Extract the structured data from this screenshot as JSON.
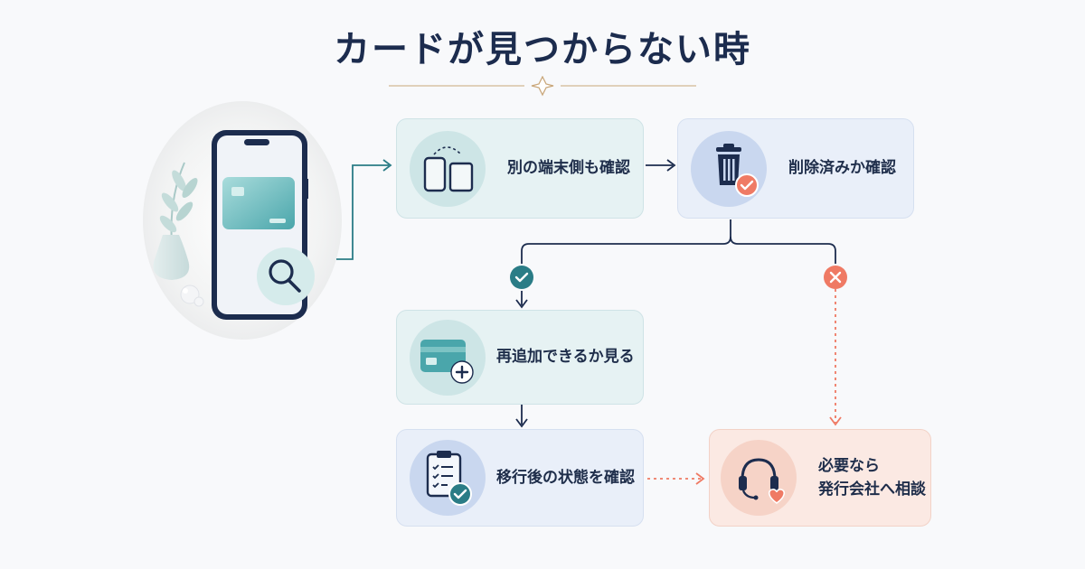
{
  "title": "カードが見つからない時",
  "steps": {
    "other_device": "別の端末側も確認",
    "deleted_check": "削除済みか確認",
    "re_add": "再追加できるか見る",
    "after_migration": "移行後の状態を確認",
    "contact_issuer_line1": "必要なら",
    "contact_issuer_line2": "発行会社へ相談"
  },
  "colors": {
    "navy": "#1c2c4e",
    "teal": "#2a7c86",
    "coral": "#ef7a64",
    "gold": "#c9a77a"
  }
}
